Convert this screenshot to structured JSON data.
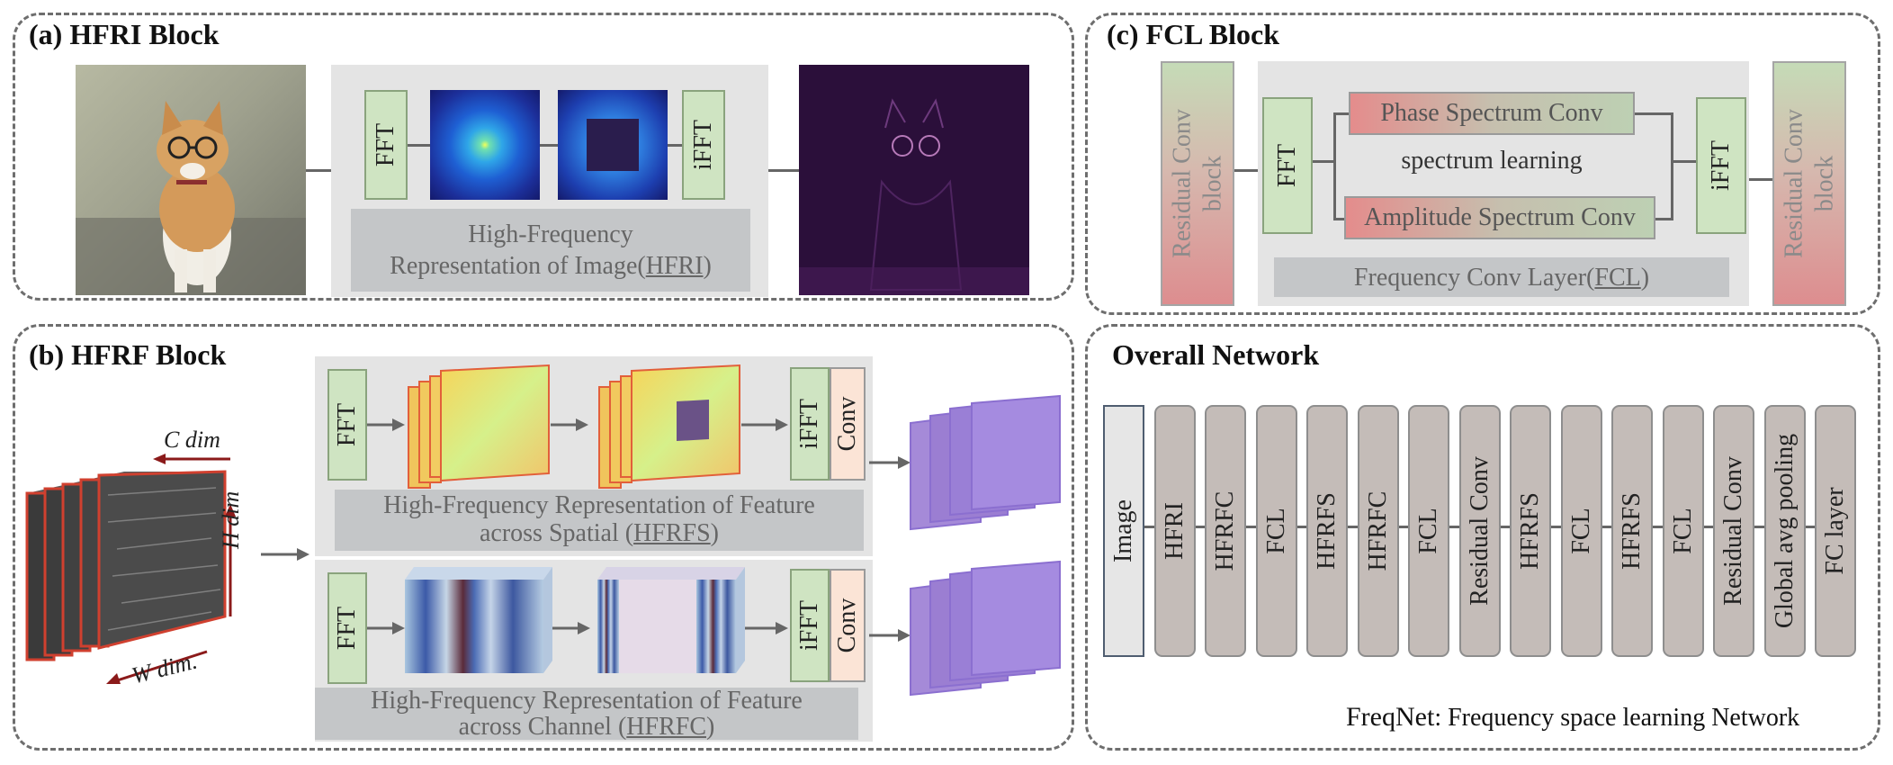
{
  "panels": {
    "hfri": {
      "title": "(a) HFRI Block",
      "fft": "FFT",
      "ifft": "iFFT",
      "caption_line1": "High-Frequency",
      "caption_line2_prefix": "Representation of Image(",
      "caption_abbr": "HFRI",
      "caption_suffix": ")"
    },
    "fcl": {
      "title": "(c) FCL Block",
      "residual_left": [
        "Residual Conv",
        "block"
      ],
      "residual_right": [
        "Residual Conv",
        "block"
      ],
      "fft": "FFT",
      "ifft": "iFFT",
      "phase": "Phase Spectrum Conv",
      "amplitude": "Amplitude Spectrum Conv",
      "middle": "spectrum learning",
      "caption_prefix": "Frequency Conv Layer(",
      "caption_abbr": "FCL",
      "caption_suffix": ")"
    },
    "hfrf": {
      "title": "(b) HFRF Block",
      "c_dim": "C dim",
      "h_dim": "H dim",
      "w_dim": "W dim.",
      "spatial": {
        "fft": "FFT",
        "ifft": "iFFT",
        "conv": "Conv",
        "caption_line1": "High-Frequency Representation of Feature",
        "caption_line2_prefix": "across Spatial (",
        "caption_abbr": "HFRFS",
        "caption_suffix": ")"
      },
      "channel": {
        "fft": "FFT",
        "ifft": "iFFT",
        "conv": "Conv",
        "caption_line1": "High-Frequency Representation of Feature",
        "caption_line2_prefix": "across Channel (",
        "caption_abbr": "HFRFC",
        "caption_suffix": ")"
      }
    },
    "overall": {
      "title": "Overall Network",
      "blocks": [
        "Image",
        "HFRI",
        "HFRFC",
        "FCL",
        "HFRFS",
        "HFRFC",
        "FCL",
        "Residual Conv",
        "HFRFS",
        "FCL",
        "HFRFS",
        "FCL",
        "Residual Conv",
        "Global avg pooling",
        "FC layer"
      ],
      "footer_name": "FreqNet",
      "footer_rest": ": Frequency space learning Network"
    }
  },
  "icons": {
    "cat": "cat-photo-image",
    "spectrum": "fft-spectrum-image",
    "masked_spectrum": "masked-spectrum-image",
    "hf_image": "high-frequency-cat-image",
    "feature_tensor": "feature-map-tensor",
    "output_maps": "purple-feature-maps"
  },
  "colors": {
    "green_box": "#cfe4c2",
    "gray_region": "#e4e4e4",
    "caption_band": "#c4c6c8",
    "conv_box": "#fbe4d6",
    "network_block": "#c4bcb8",
    "dark_red": "#8b1a1a"
  }
}
